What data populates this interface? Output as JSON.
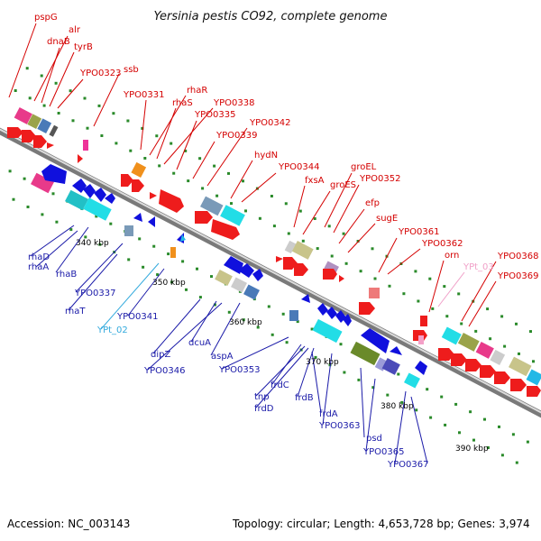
{
  "title": "Yersinia pestis CO92, complete genome",
  "footer": {
    "accession": "Accession: NC_003143",
    "topology": "Topology: circular; Length: 4,653,728 bp; Genes: 3,974"
  },
  "colors": {
    "top_label": "#d40000",
    "bottom_label": "#1a1aa8",
    "trna_label": "#33aadd",
    "pseudo_label": "#f0a0c8",
    "backbone": "#8a8a8a",
    "tick": "#2a8a2a"
  },
  "scale_labels": [
    "340 kbp",
    "350 kbp",
    "360 kbp",
    "370 kbp",
    "380 kbp",
    "390 kbp"
  ],
  "top_genes": [
    "pspG",
    "alr",
    "dnaB",
    "tyrB",
    "YPO0323",
    "ssb",
    "YPO0331",
    "rhaR",
    "rhaS",
    "YPO0338",
    "YPO0335",
    "YPO0342",
    "YPO0339",
    "hydN",
    "YPO0344",
    "groEL",
    "fxsA",
    "YPO0352",
    "groES",
    "efp",
    "sugE",
    "YPO0361",
    "YPO0362",
    "orn",
    "YPt_03",
    "YPO0368",
    "YPO0369"
  ],
  "bottom_genes": [
    "rhaD",
    "rhaB",
    "rhaA",
    "YPO0337",
    "rhaT",
    "YPt_02",
    "YPO0341",
    "dipZ",
    "dcuA",
    "YPO0346",
    "aspA",
    "YPO0353",
    "frdC",
    "tnp",
    "frdD",
    "frdB",
    "frdA",
    "YPO0363",
    "psd",
    "YPO0365",
    "YPO0367"
  ]
}
